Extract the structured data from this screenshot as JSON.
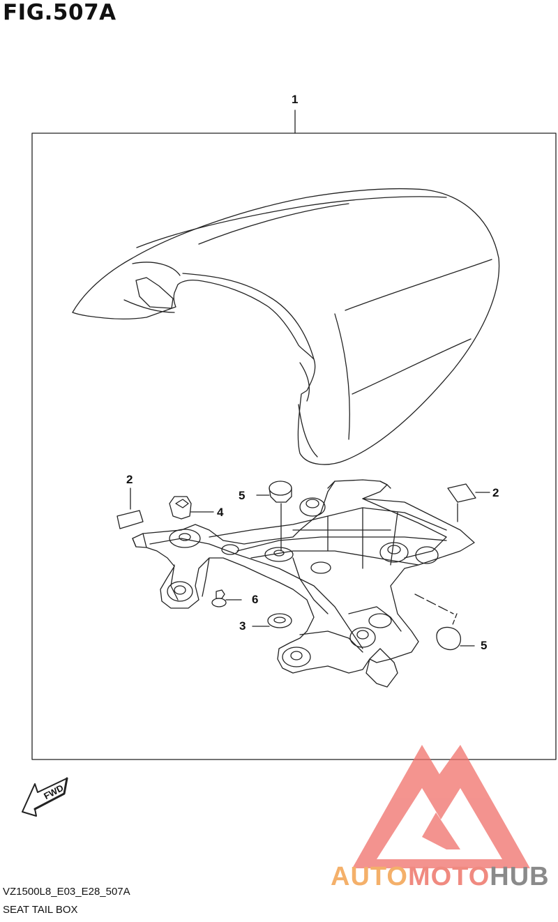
{
  "figure": {
    "title": "FIG.507A"
  },
  "callouts": {
    "seat_cover": "1",
    "tape_left": "2",
    "tape_right": "2",
    "nut_clip": "4",
    "cushion_top": "5",
    "screw": "6",
    "grommet": "3",
    "cushion_bottom": "5"
  },
  "fwd_label": "FWD",
  "footer": {
    "code": "VZ1500L8_E03_E28_507A",
    "name": "SEAT TAIL BOX"
  },
  "watermark": {
    "part1": "AUTO",
    "part2": "MOTO",
    "part3": "HUB",
    "colors": {
      "orange": "#f4b06a",
      "salmon": "#f08a80",
      "grey": "#8a8a8a",
      "logo": "#f0706a"
    }
  }
}
